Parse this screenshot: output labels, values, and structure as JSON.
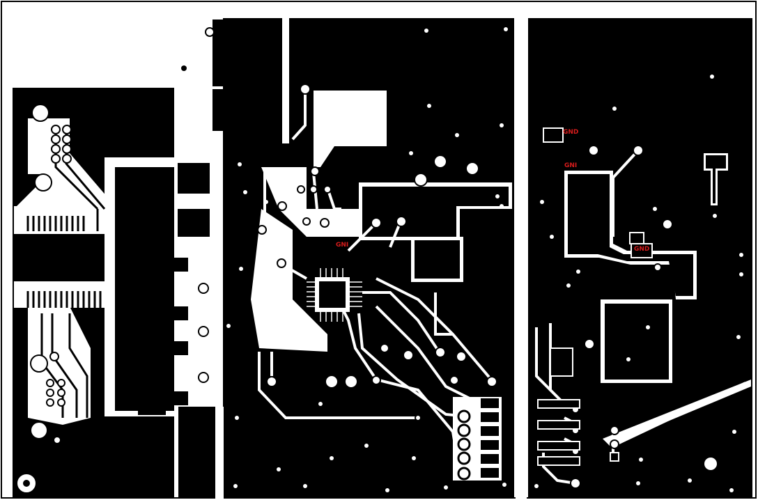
{
  "view": {
    "background": "#ffffff",
    "copper_color": "#000000",
    "trace_color": "#ffffff",
    "label_color": "#d81c1c"
  },
  "silkscreen_labels": [
    {
      "text": "GNI",
      "region": "upper-middle"
    },
    {
      "text": "GND",
      "region": "upper-right-a"
    },
    {
      "text": "GNI",
      "region": "upper-right-b"
    },
    {
      "text": "GND",
      "region": "right-middle"
    }
  ]
}
